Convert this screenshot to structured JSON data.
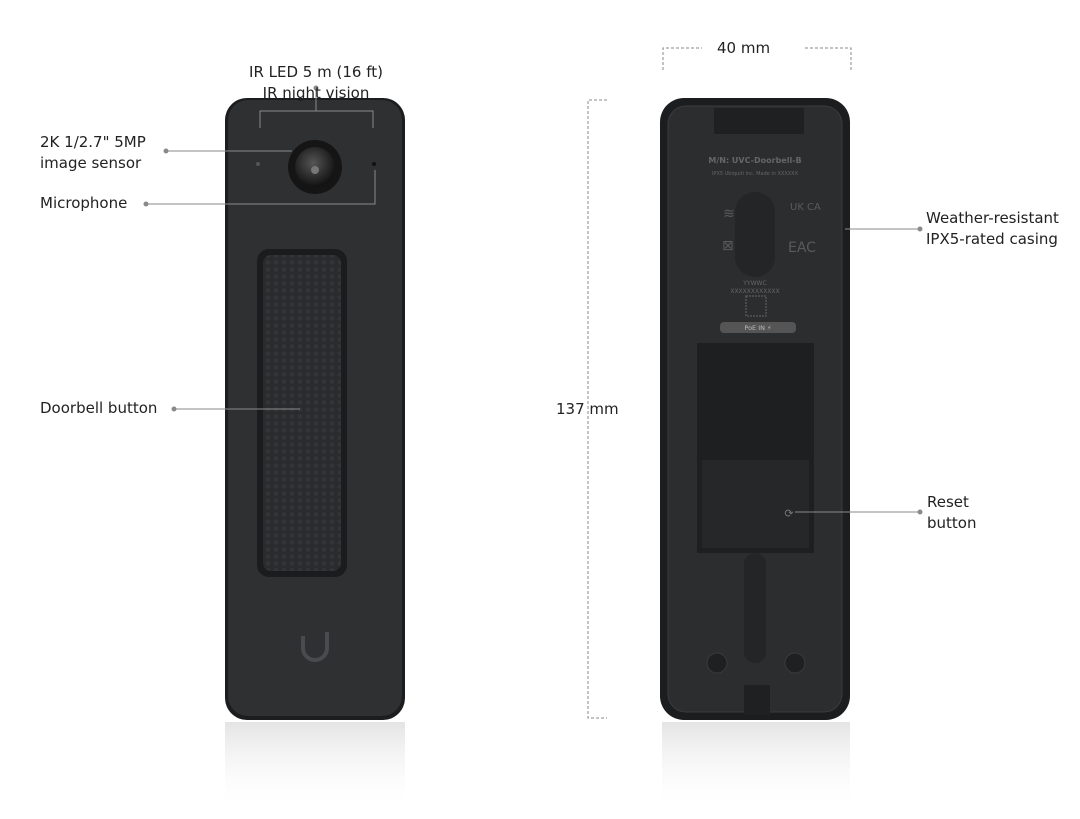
{
  "front": {
    "callouts": {
      "ir_led_line1": "IR LED 5 m (16 ft)",
      "ir_led_line2": "IR night vision",
      "sensor_line1": "2K 1/2.7\" 5MP",
      "sensor_line2": "image sensor",
      "microphone": "Microphone",
      "doorbell_button": "Doorbell button"
    }
  },
  "back": {
    "label_text": {
      "model": "M/N: UVC-Doorbell-B",
      "info": "IPX5   Ubiquiti Inc.   Made in XXXXXX",
      "date_code": "YYWWC",
      "serial": "XXXXXXXXXXXX",
      "poe": "PoE IN ⚡",
      "cert_uk": "UK CA",
      "cert_eac": "EAC"
    },
    "callouts": {
      "casing_line1": "Weather-resistant",
      "casing_line2": "IPX5-rated casing",
      "reset_line1": "Reset",
      "reset_line2": "button"
    }
  },
  "dimensions": {
    "width": "40 mm",
    "height": "137 mm"
  },
  "colors": {
    "body": "#2e2f31",
    "edge": "#1c1d1f",
    "leader": "#8a8a8a"
  }
}
